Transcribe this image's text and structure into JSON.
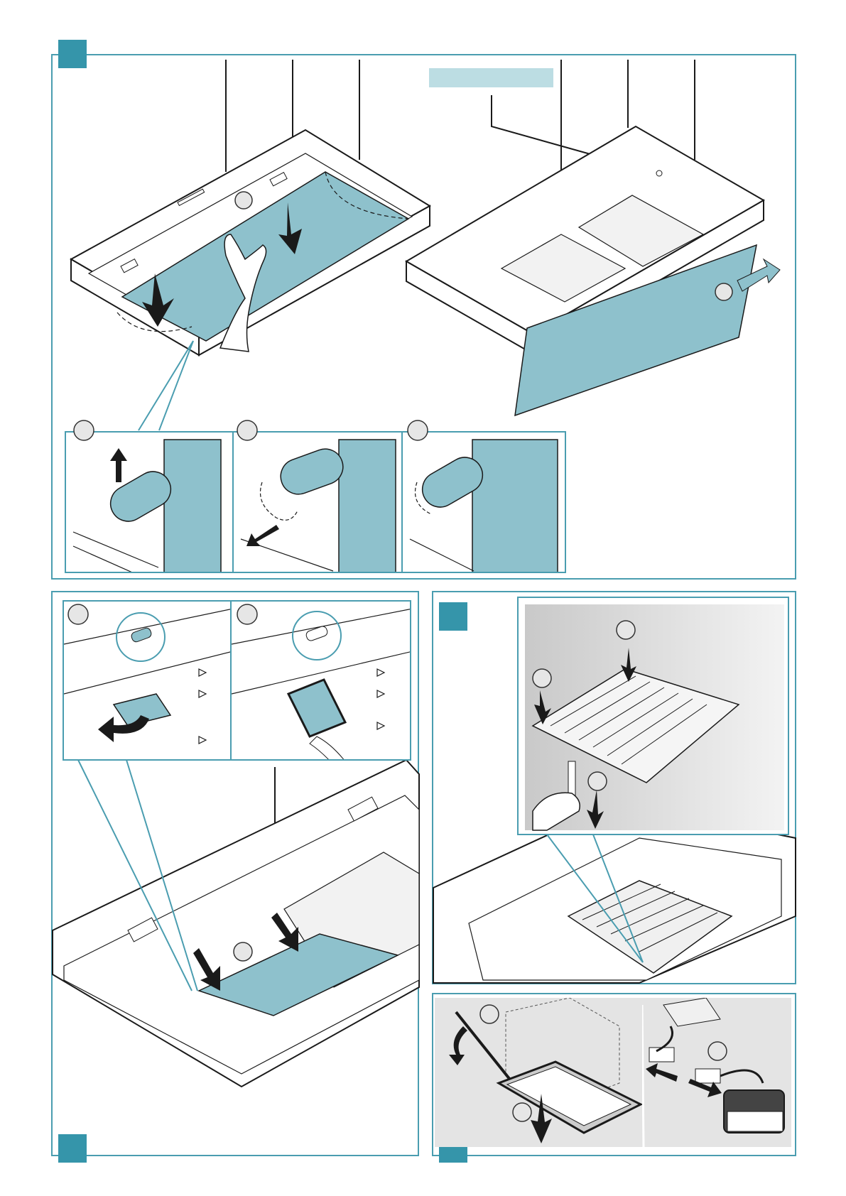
{
  "colors": {
    "frame": "#4a9db0",
    "marker": "#3595aa",
    "glass": "#8ec1cc",
    "label_bar": "#bcdde3",
    "panel_gray": "#e4e4e4"
  },
  "sections": [
    {
      "id": "top",
      "marker": "square"
    },
    {
      "id": "bottom-left",
      "marker": "square"
    },
    {
      "id": "bottom-right-upper",
      "marker": "square"
    },
    {
      "id": "bottom-right-lower",
      "marker": "square"
    }
  ],
  "icons": [
    "hand-icon",
    "arrow-down-icon",
    "arrow-right-icon",
    "arrow-up-icon",
    "screw-icon",
    "screwdriver-icon",
    "plug-icon"
  ]
}
